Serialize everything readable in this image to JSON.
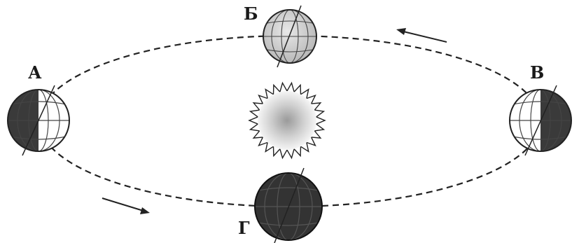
{
  "diagram": {
    "labels": {
      "a": "А",
      "b": "Б",
      "v": "В",
      "g": "Г"
    },
    "colors": {
      "ink": "#1a1a1a",
      "dark_hemisphere": "#3a3a3a",
      "night_globe": "#333333",
      "lit_globe": "#d0d0d0",
      "sun_core": "#a0a0a0",
      "sun_edge": "#f5f5f5"
    },
    "icons": {
      "sun": "sun-icon",
      "globe": "earth-globe-icon",
      "arrow": "orbit-direction-arrow-icon"
    }
  }
}
